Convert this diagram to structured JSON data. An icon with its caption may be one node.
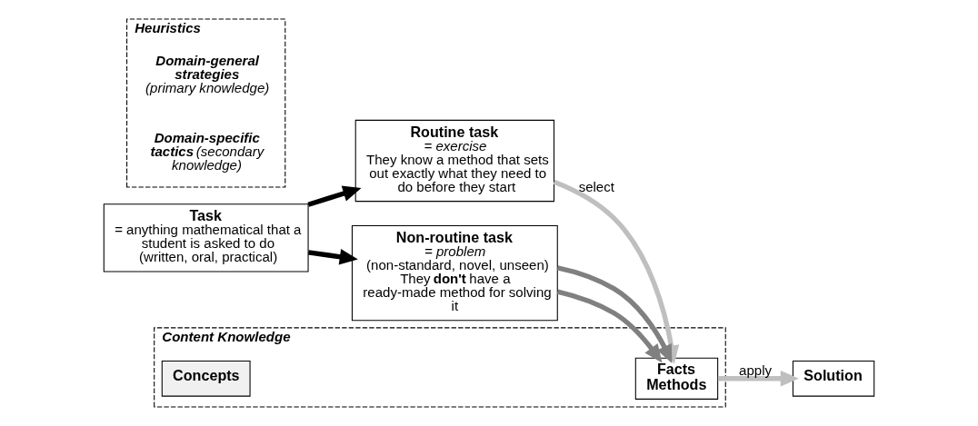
{
  "diagram": {
    "nodes": [
      {
        "text": [
          "Task",
          "= anything mathematical that a student is asked to do (written, oral, practical)"
        ]
      },
      {
        "text": [
          "Routine task",
          "= exercise",
          "They know a method that sets out exactly what they need to do before they start"
        ]
      },
      {
        "text": [
          "Non-routine task",
          "= problem",
          "(non-standard, novel, unseen)",
          "They **don't** have a ready-made method for solving it"
        ]
      },
      {
        "text": [
          "Content Knowledge"
        ]
      },
      {
        "text": [
          "Facts Methods"
        ],
        "in": 3
      },
      {
        "text": [
          "Concepts"
        ],
        "in": 3
      },
      {
        "text": [
          "Solution"
        ]
      },
      {
        "text": [
          "Heuristics"
        ]
      },
      {
        "text": [
          "**Domain-general strategies** (primary knowledge)"
        ],
        "in": 7
      },
      {
        "text": [
          "**Domain-specific tactics** (secondary knowledge)"
        ],
        "in": 7
      }
    ],
    "edges": [
      {
        "from": 0,
        "to": 1,
        "arrow": "to"
      },
      {
        "from": 0,
        "to": 2,
        "arrow": "to"
      },
      {
        "from": 1,
        "to": 4,
        "arrow": "to",
        "label": "select",
        "color": "#bfbfbf"
      },
      {
        "from": 4,
        "to": 6,
        "arrow": "to",
        "label": "apply",
        "color": "#bfbfbf"
      },
      {
        "from": 2,
        "to": 4,
        "arrow": "to",
        "color": "#808080"
      },
      {
        "from": 2,
        "to": 4,
        "arrow": "to",
        "color": "#808080"
      }
    ]
  }
}
